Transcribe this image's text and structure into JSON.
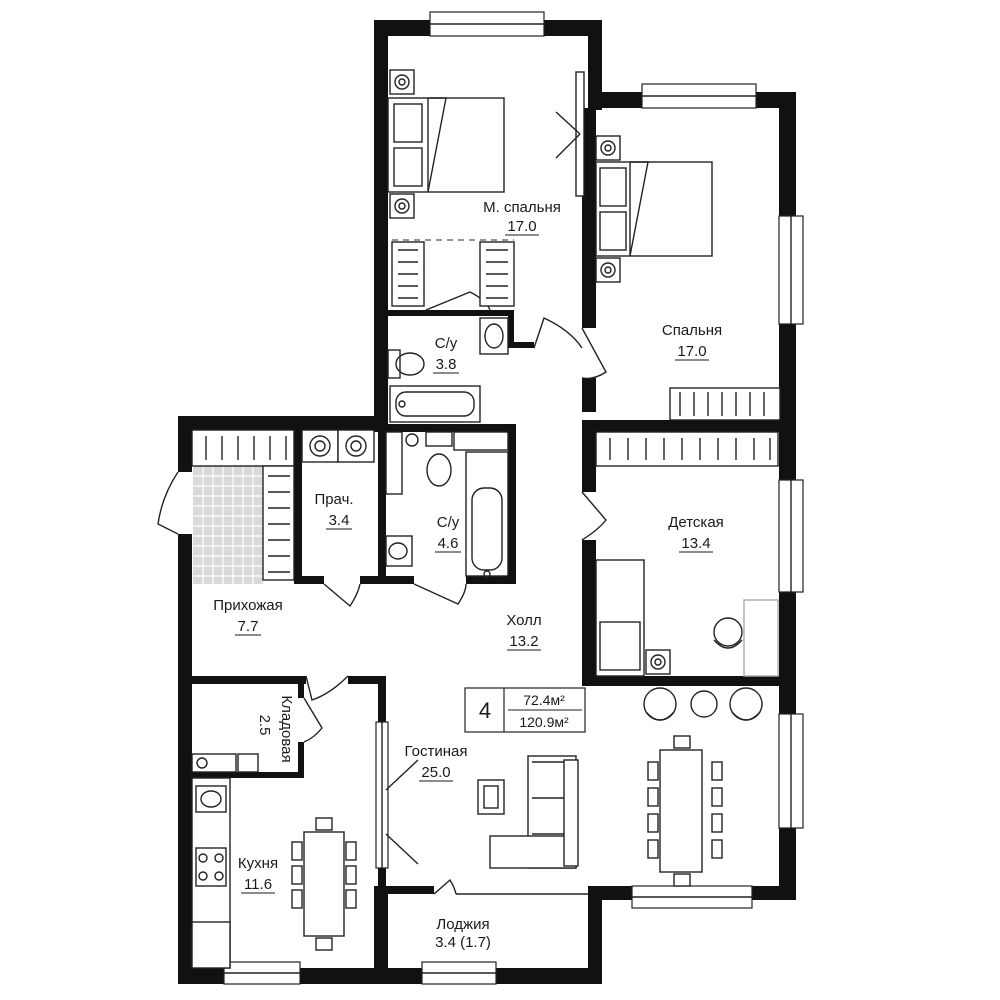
{
  "apartment": {
    "rooms_count": "4",
    "living_area": "72.4м²",
    "total_area": "120.9м²"
  },
  "rooms": {
    "master_bedroom": {
      "name": "М. спальня",
      "area": "17.0"
    },
    "bedroom": {
      "name": "Спальня",
      "area": "17.0"
    },
    "bath1": {
      "name": "С/у",
      "area": "3.8"
    },
    "bath2": {
      "name": "С/у",
      "area": "4.6"
    },
    "laundry": {
      "name": "Прач.",
      "area": "3.4"
    },
    "hallway": {
      "name": "Прихожая",
      "area": "7.7"
    },
    "kids": {
      "name": "Детская",
      "area": "13.4"
    },
    "hall": {
      "name": "Холл",
      "area": "13.2"
    },
    "storage": {
      "name": "Кладовая",
      "area": "2.5"
    },
    "living": {
      "name": "Гостиная",
      "area": "25.0"
    },
    "kitchen": {
      "name": "Кухня",
      "area": "11.6"
    },
    "loggia": {
      "name": "Лоджия",
      "area": "3.4 (1.7)"
    }
  },
  "colors": {
    "wall": "#111111",
    "tile": "#d9d9d9",
    "background": "#ffffff"
  }
}
